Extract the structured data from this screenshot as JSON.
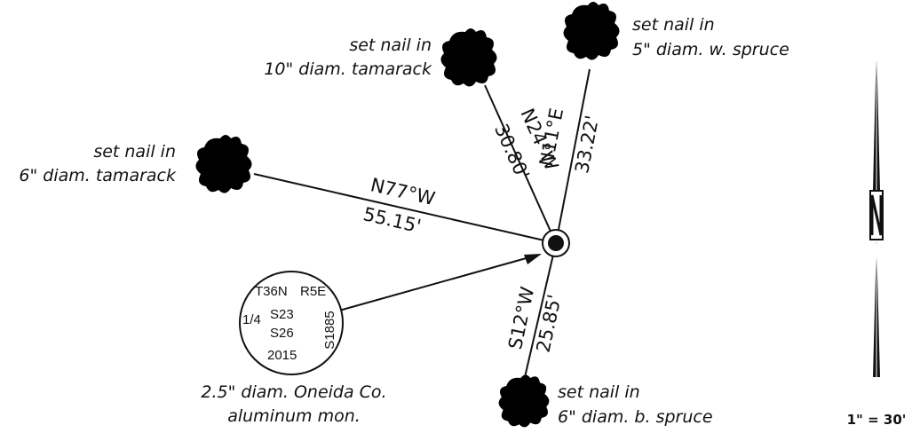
{
  "trees": [
    {
      "id": "tamarack-10",
      "label_line1": "set nail in",
      "label_line2": "10\" diam. tamarack",
      "bearing": "N24°W",
      "distance": "30.80'"
    },
    {
      "id": "w-spruce-5",
      "label_line1": "set nail in",
      "label_line2": "5\" diam. w. spruce",
      "bearing": "N11°E",
      "distance": "33.22'"
    },
    {
      "id": "tamarack-6",
      "label_line1": "set nail in",
      "label_line2": "6\" diam. tamarack",
      "bearing": "N77°W",
      "distance": "55.15'"
    },
    {
      "id": "b-spruce-6",
      "label_line1": "set nail in",
      "label_line2": "6\" diam. b. spruce",
      "bearing": "S12°W",
      "distance": "25.85'"
    }
  ],
  "monument": {
    "line1_left": "T36N",
    "line1_right": "R5E",
    "fraction": "1/4",
    "sec1": "S23",
    "sec2": "S26",
    "year": "2015",
    "surveyor": "S1885",
    "caption_line1": "2.5\" diam. Oneida Co.",
    "caption_line2": "aluminum mon."
  },
  "scale_text": "1\"  =  30'"
}
